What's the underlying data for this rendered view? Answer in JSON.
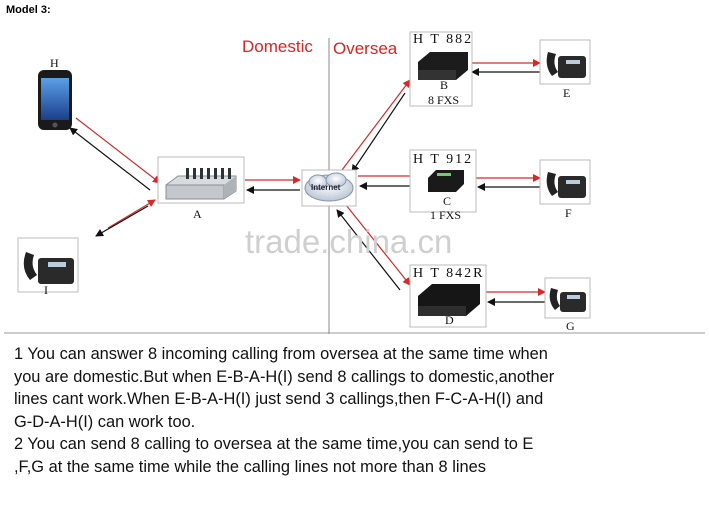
{
  "model_label": "Model 3:",
  "regions": {
    "domestic": "Domestic",
    "oversea": "Oversea"
  },
  "devices": {
    "ht882": {
      "name": "H T 882",
      "letter": "B",
      "ports": "8 FXS"
    },
    "ht912": {
      "name": "H T 912",
      "letter": "C",
      "ports": "1 FXS"
    },
    "ht842r": {
      "name": "H T 842R",
      "letter": "D"
    },
    "gateway_a": {
      "letter": "A"
    },
    "internet": {
      "label": "Internet"
    }
  },
  "endpoints": {
    "h": "H",
    "i": "I",
    "e": "E",
    "f": "F",
    "g": "G"
  },
  "watermark": "trade.china.cn",
  "description": [
    "1 You can answer 8 incoming calling from oversea at the same time when",
    "you are domestic.But when E-B-A-H(I) send 8 callings to domestic,another",
    "lines cant work.When E-B-A-H(I) just send 3 callings,then F-C-A-H(I) and",
    "G-D-A-H(I) can work too.",
    "2 You can send 8 calling to oversea at the same time,you can send to E",
    ",F,G at the same time while the calling lines not more than 8 lines"
  ],
  "colors": {
    "arrow_red": "#d42a2a",
    "arrow_black": "#111111",
    "region_text": "#dd2222"
  }
}
